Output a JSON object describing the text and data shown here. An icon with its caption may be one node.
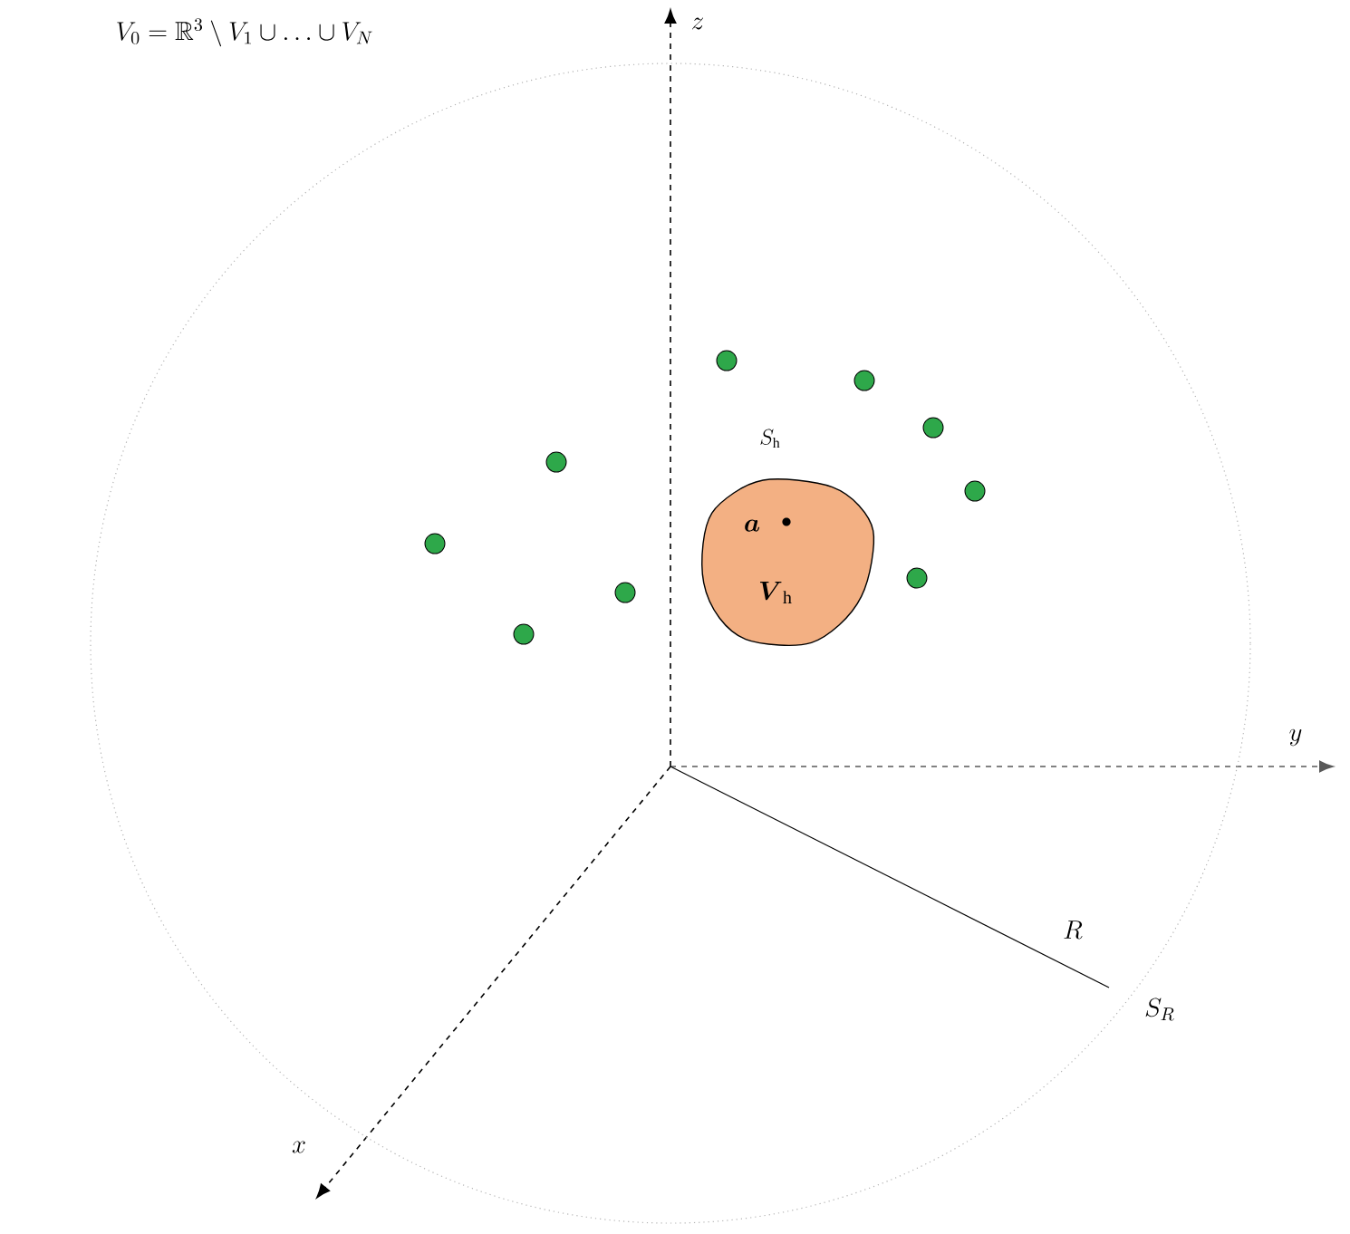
{
  "diagram": {
    "nodes": [
      {
        "text": [],
        "shape": "circle",
        "beside": [
          "S_R"
        ]
      },
      {
        "text": [
          "\\boldsymbol{a}",
          "\\boldsymbol{V}_{\\mathrm{h}}"
        ],
        "beside": [
          "S_{\\mathrm{h}}"
        ],
        "in": 0
      },
      {
        "text": [],
        "shape": "circle",
        "in": 0
      },
      {
        "text": [],
        "shape": "circle",
        "in": 0
      },
      {
        "text": [],
        "shape": "circle",
        "in": 0
      },
      {
        "text": [],
        "shape": "circle",
        "in": 0
      },
      {
        "text": [],
        "shape": "circle",
        "in": 0
      },
      {
        "text": [],
        "shape": "circle",
        "in": 0
      },
      {
        "text": [],
        "shape": "circle",
        "in": 0
      },
      {
        "text": [],
        "shape": "circle",
        "in": 0
      },
      {
        "text": [],
        "shape": "circle",
        "in": 0
      }
    ],
    "labels": [
      "V_0 = \\mathbb{R}^3 \\setminus V_1 \\cup \\ldots \\cup V_N",
      "z",
      "y",
      "x",
      "R"
    ]
  }
}
